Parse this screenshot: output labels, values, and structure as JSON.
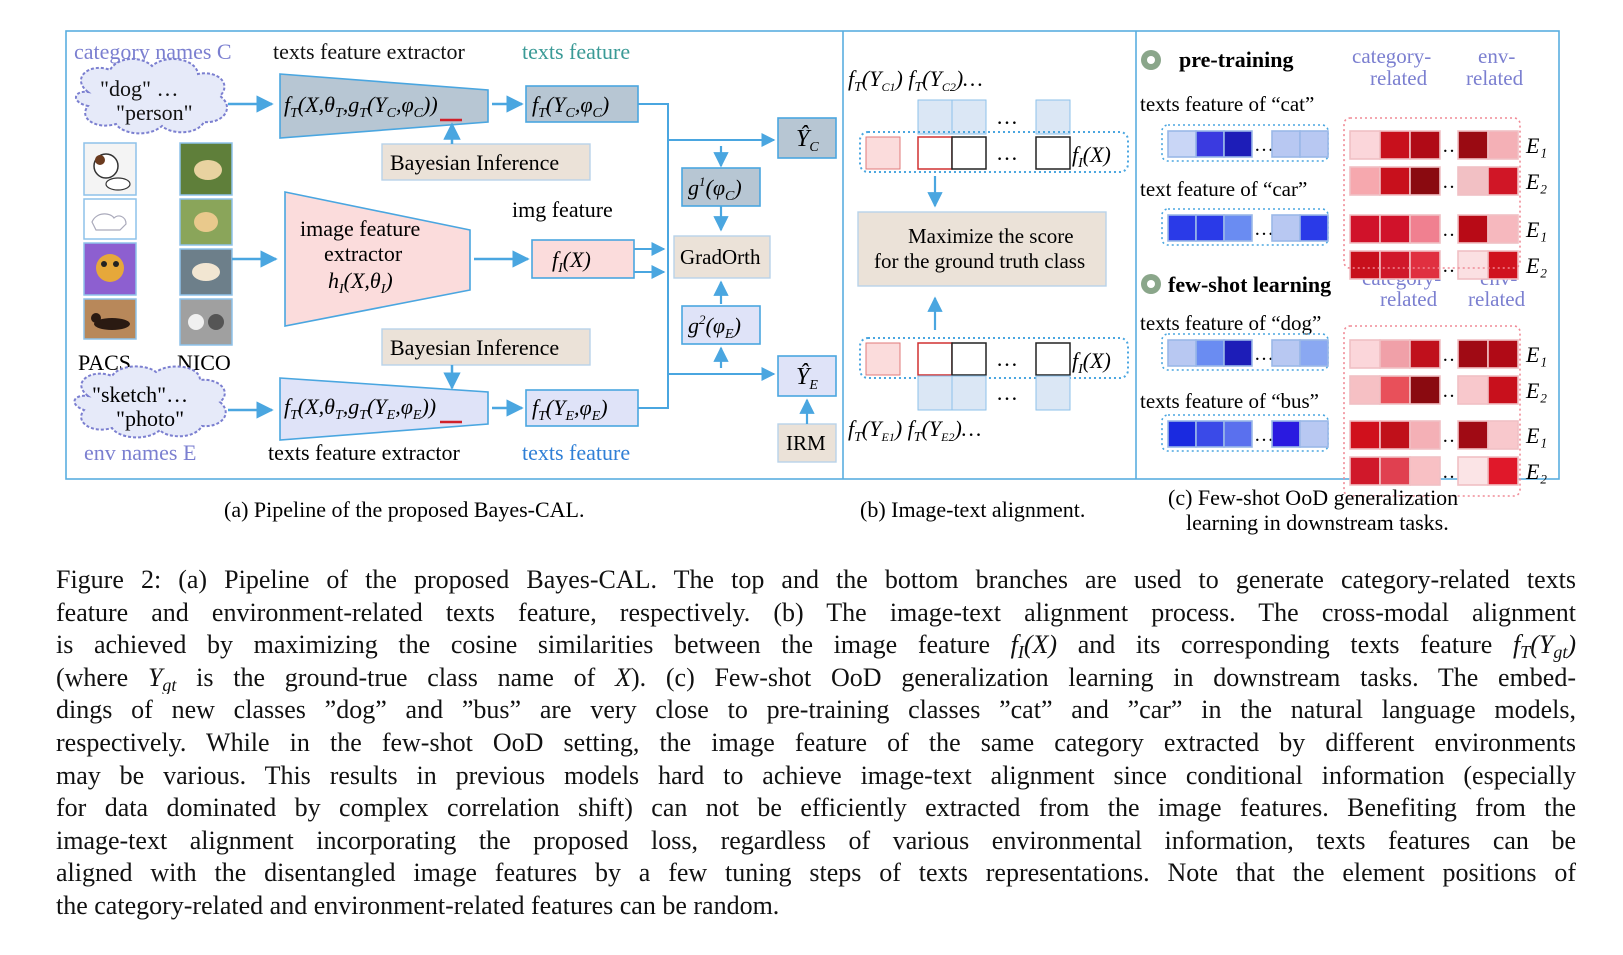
{
  "panel_a": {
    "category_names": "category names C",
    "texts_feature_extractor_top": "texts feature extractor",
    "texts_feature_top": "texts feature",
    "cloud_top_line1": "\"dog\" …",
    "cloud_top_line2": "\"person\"",
    "bayes_top": "Bayesian Inference",
    "bayes_bottom": "Bayesian Inference",
    "image_extractor_line1": "image feature",
    "image_extractor_line2": "extractor",
    "img_feature": "img feature",
    "gradorth": "GradOrth",
    "irm": "IRM",
    "pacs": "PACS",
    "nico": "NICO",
    "cloud_bottom_line1": "\"sketch\"…",
    "cloud_bottom_line2": "\"photo\"",
    "env_names": "env names E",
    "texts_feature_extractor_bottom": "texts feature extractor",
    "texts_feature_bottom": "texts feature",
    "subcaption": "(a) Pipeline of the proposed Bayes-CAL."
  },
  "panel_b": {
    "maximize_line1": "Maximize the score",
    "maximize_line2": "for the ground truth class",
    "subcaption": "(b) Image-text alignment."
  },
  "panel_c": {
    "pretraining": "pre-training",
    "fewshot": "few-shot learning",
    "category_related_1": "category-",
    "category_related_2": "related",
    "env_related_1": "env-",
    "env_related_2": "related",
    "cat_label": "texts feature of “cat”",
    "car_label": "text feature of “car”",
    "dog_label": "texts feature of “dog”",
    "bus_label": "texts feature of “bus”",
    "subcaption_line1": "(c) Few-shot OoD generalization",
    "subcaption_line2": "learning in downstream tasks."
  },
  "caption": {
    "l1": "Figure 2: (a) Pipeline of the proposed Bayes-CAL. The top and the bottom branches are used to generate category-related texts",
    "l2": "feature and environment-related texts feature, respectively. (b) The image-text alignment process. The cross-modal alignment",
    "l3a": "is achieved by maximizing the cosine similarities between the image feature ",
    "l3b": " and its corresponding texts feature ",
    "l4a": "(where ",
    "l4b": " is the ground-true class name of ",
    "l4c": "). (c) Few-shot OoD generalization learning in downstream tasks. The embed-",
    "l5": "dings of new classes ”dog” and ”bus” are very close to pre-training classes ”cat” and ”car” in the natural language models,",
    "l6": "respectively. While in the few-shot OoD setting, the image feature of the same category extracted by different environments",
    "l7": "may be various. This results in previous models hard to achieve image-text alignment since conditional information (especially",
    "l8": "for data dominated by complex correlation shift) can not be efficiently extracted from the image features. Benefiting from the",
    "l9": "image-text alignment incorporating the proposed loss, regardless of various environmental information, texts features can be",
    "l10": "aligned with the disentangled image features by a few tuning steps of texts representations. Note that the element positions of",
    "l11": "the category-related and environment-related features can be random."
  },
  "colors": {
    "frame": "#5aaee0",
    "arrow": "#4aa6e0",
    "purple": "#7b7fd0",
    "teal": "#3a9a96",
    "blue_text": "#2f7fd6",
    "box_gray": "#b7c6d3",
    "box_pink": "#fbdcdc",
    "box_beige": "#ebe2d8",
    "box_lavender": "#dfe3f8",
    "dotted": "#4aa6e0"
  }
}
